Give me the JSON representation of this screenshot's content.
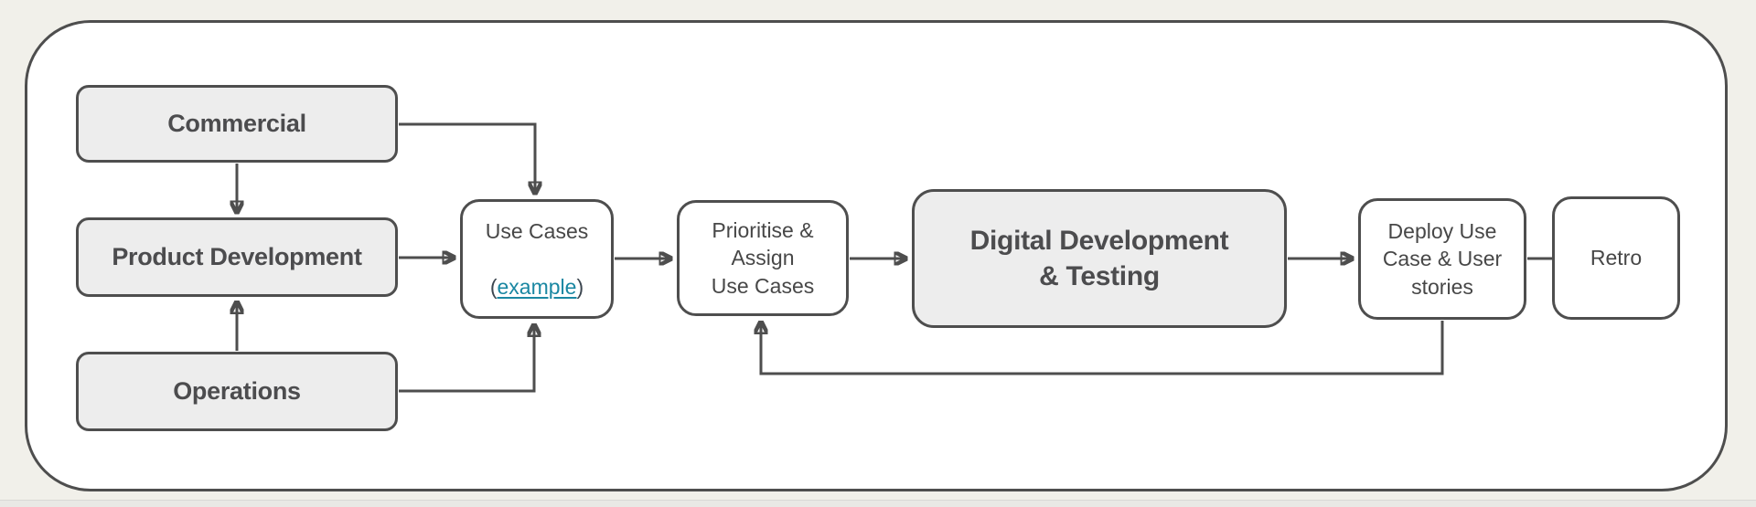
{
  "nodes": {
    "commercial": {
      "label": "Commercial"
    },
    "product_development": {
      "label": "Product Development"
    },
    "operations": {
      "label": "Operations"
    },
    "use_cases": {
      "title": "Use Cases",
      "paren_open": "(",
      "link_label": "example",
      "paren_close": ")"
    },
    "prioritise": {
      "label": "Prioritise &\nAssign\nUse Cases"
    },
    "digital_development": {
      "label": "Digital Development\n& Testing"
    },
    "deploy": {
      "label": "Deploy Use\nCase & User\nstories"
    },
    "retro": {
      "label": "Retro"
    }
  },
  "edges": [
    {
      "from": "commercial",
      "to": "product_development",
      "arrow": true
    },
    {
      "from": "operations",
      "to": "product_development",
      "arrow": true
    },
    {
      "from": "product_development",
      "to": "use_cases",
      "arrow": true
    },
    {
      "from": "commercial",
      "to": "use_cases",
      "arrow": true
    },
    {
      "from": "operations",
      "to": "use_cases",
      "arrow": true
    },
    {
      "from": "use_cases",
      "to": "prioritise",
      "arrow": true
    },
    {
      "from": "prioritise",
      "to": "digital_development",
      "arrow": true
    },
    {
      "from": "digital_development",
      "to": "deploy",
      "arrow": true
    },
    {
      "from": "deploy",
      "to": "retro",
      "arrow": false
    },
    {
      "from": "deploy",
      "to": "prioritise",
      "arrow": true,
      "type": "feedback"
    }
  ],
  "colors": {
    "background": "#f1f0ea",
    "frame_fill": "#ffffff",
    "node_border": "#4e4e4e",
    "node_fill_shaded": "#ededed",
    "node_fill_plain": "#ffffff",
    "text": "#474747",
    "connector": "#4e4e4e",
    "link": "#1a87a2"
  }
}
